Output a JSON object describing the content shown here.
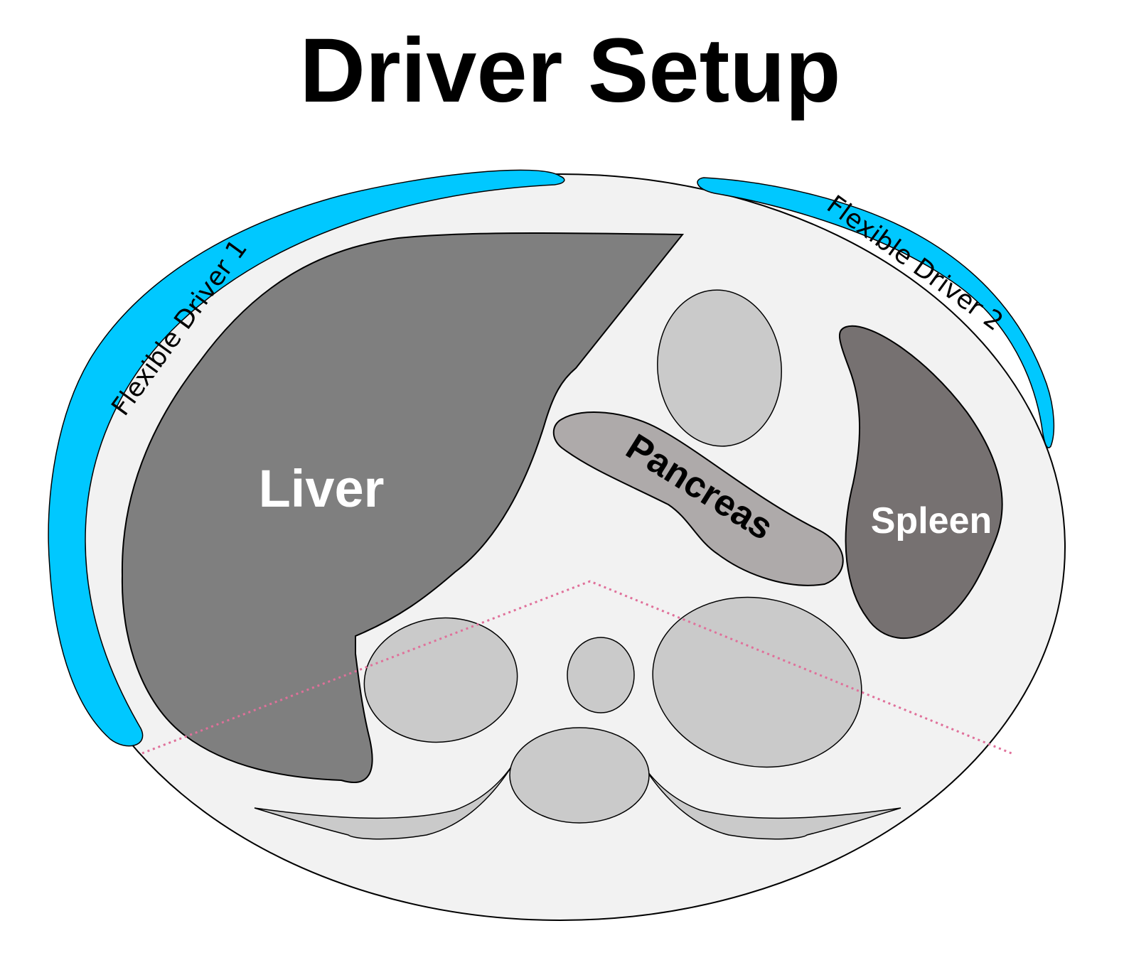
{
  "title": "Driver Setup",
  "labels": {
    "liver": "Liver",
    "pancreas": "Pancreas",
    "spleen": "Spleen",
    "driver1": "Flexible Driver 1",
    "driver2": "Flexible Driver 2"
  },
  "colors": {
    "body": "#f2f2f2",
    "liver": "#7f7f7f",
    "spleen": "#767171",
    "pancreas": "#aeaaaa",
    "vessel": "#cacaca",
    "driver": "#00c8ff",
    "scan_line": "#e0709a",
    "liver_text": "#ffffff",
    "spleen_text": "#ffffff",
    "pancreas_text": "#000000"
  }
}
